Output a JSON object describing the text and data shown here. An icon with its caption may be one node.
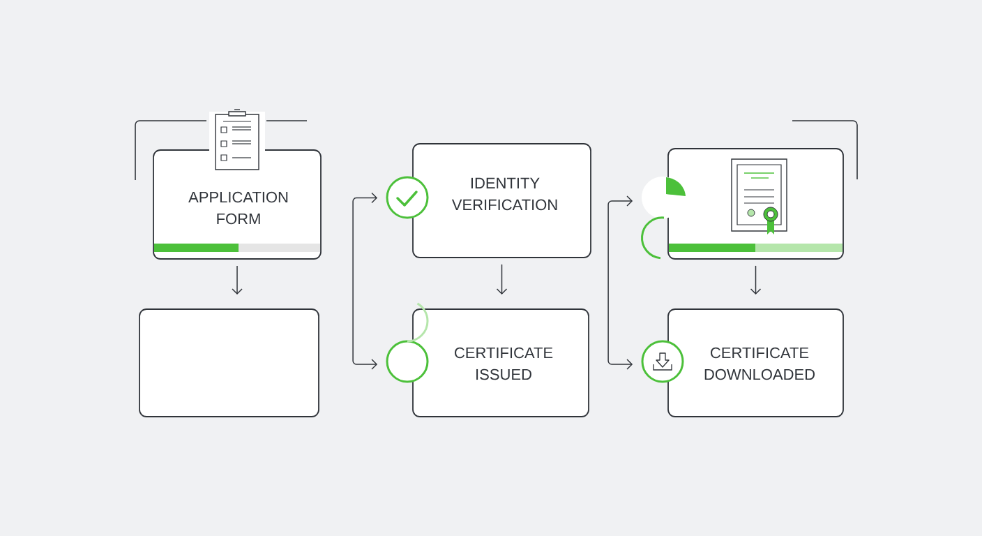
{
  "diagram": {
    "nodes": [
      {
        "text": [
          "APPLICATION FORM"
        ]
      },
      {
        "text": [],
        "shape": "box"
      },
      {
        "text": [
          "IDENTITY VERIFICATION"
        ]
      },
      {
        "text": [
          "CERTIFICATE ISSUED"
        ]
      },
      {
        "text": [],
        "shape": "box"
      },
      {
        "text": [
          "CERTIFICATE DOWNLOADED"
        ]
      }
    ],
    "edges": [
      {
        "from": 0,
        "to": 1,
        "arrow": "to"
      },
      {
        "from": 2,
        "to": 3,
        "arrow": "to"
      },
      {
        "from": 4,
        "to": 5,
        "arrow": "to"
      },
      {
        "from": 2,
        "to": 3,
        "arrow": "both"
      },
      {
        "from": 4,
        "to": 5,
        "arrow": "both"
      }
    ]
  }
}
